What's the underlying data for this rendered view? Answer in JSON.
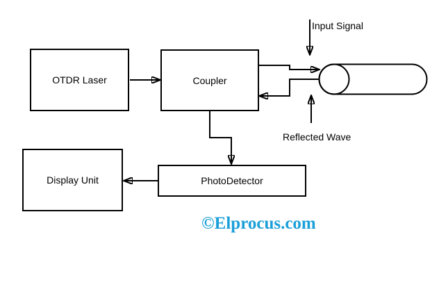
{
  "colors": {
    "line": "#000000",
    "text": "#000000",
    "box_fill": "#ffffff",
    "background": "#ffffff",
    "watermark": "#1b9fd8"
  },
  "blocks": {
    "otdr_laser": {
      "label": "OTDR Laser"
    },
    "coupler": {
      "label": "Coupler"
    },
    "display_unit": {
      "label": "Display Unit"
    },
    "photodetector": {
      "label": "PhotoDetector"
    }
  },
  "annotations": {
    "input_signal": "Input Signal",
    "reflected_wave": "Reflected Wave"
  },
  "watermark": {
    "text": "©Elprocus.com"
  },
  "connections": [
    {
      "from": "otdr_laser",
      "to": "coupler",
      "type": "arrow"
    },
    {
      "from": "coupler",
      "to": "optical_fiber",
      "type": "arrow"
    },
    {
      "from": "optical_fiber",
      "to": "coupler",
      "type": "arrow"
    },
    {
      "from": "coupler",
      "to": "photodetector",
      "type": "arrow"
    },
    {
      "from": "photodetector",
      "to": "display_unit",
      "type": "arrow"
    },
    {
      "annotation": "input_signal",
      "to": "optical_fiber",
      "type": "arrow"
    },
    {
      "annotation": "reflected_wave",
      "from": "optical_fiber",
      "type": "arrow"
    }
  ]
}
